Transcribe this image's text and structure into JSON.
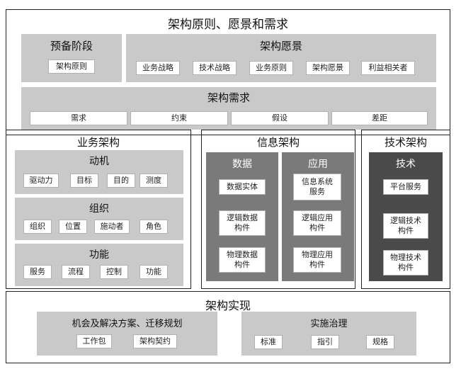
{
  "principles": {
    "title": "架构原则、愿景和需求",
    "prep": {
      "title": "预备阶段",
      "items": [
        "架构原则"
      ]
    },
    "vision": {
      "title": "架构愿景",
      "items": [
        "业务战略",
        "技术战略",
        "业务原则",
        "架构愿景",
        "利益相关者"
      ]
    },
    "requirements": {
      "title": "架构需求",
      "items": [
        "需求",
        "约束",
        "假设",
        "差距"
      ]
    }
  },
  "business": {
    "title": "业务架构",
    "motivation": {
      "title": "动机",
      "items": [
        "驱动力",
        "目标",
        "目的",
        "测度"
      ]
    },
    "organization": {
      "title": "组织",
      "items": [
        "组织",
        "位置",
        "施动者",
        "角色"
      ]
    },
    "function": {
      "title": "功能",
      "items": [
        "服务",
        "流程",
        "控制",
        "功能"
      ]
    }
  },
  "information": {
    "title": "信息架构",
    "data": {
      "title": "数据",
      "items": [
        "数据实体",
        "逻辑数据\n构件",
        "物理数据\n构件"
      ]
    },
    "application": {
      "title": "应用",
      "items": [
        "信息系统\n服务",
        "逻辑应用\n构件",
        "物理应用\n构件"
      ]
    }
  },
  "technology": {
    "title": "技术架构",
    "tech": {
      "title": "技术",
      "items": [
        "平台服务",
        "逻辑技术\n构件",
        "物理技术\n构件"
      ]
    }
  },
  "realization": {
    "title": "架构实现",
    "opportunities": {
      "title": "机会及解决方案、迁移规划",
      "items": [
        "工作包",
        "架构契约"
      ]
    },
    "governance": {
      "title": "实施治理",
      "items": [
        "标准",
        "指引",
        "规格"
      ]
    }
  },
  "colors": {
    "light_panel": "#c9c9c9",
    "mid_panel": "#7a7a7a",
    "dark_panel": "#4a4a4a",
    "border": "#222222"
  }
}
